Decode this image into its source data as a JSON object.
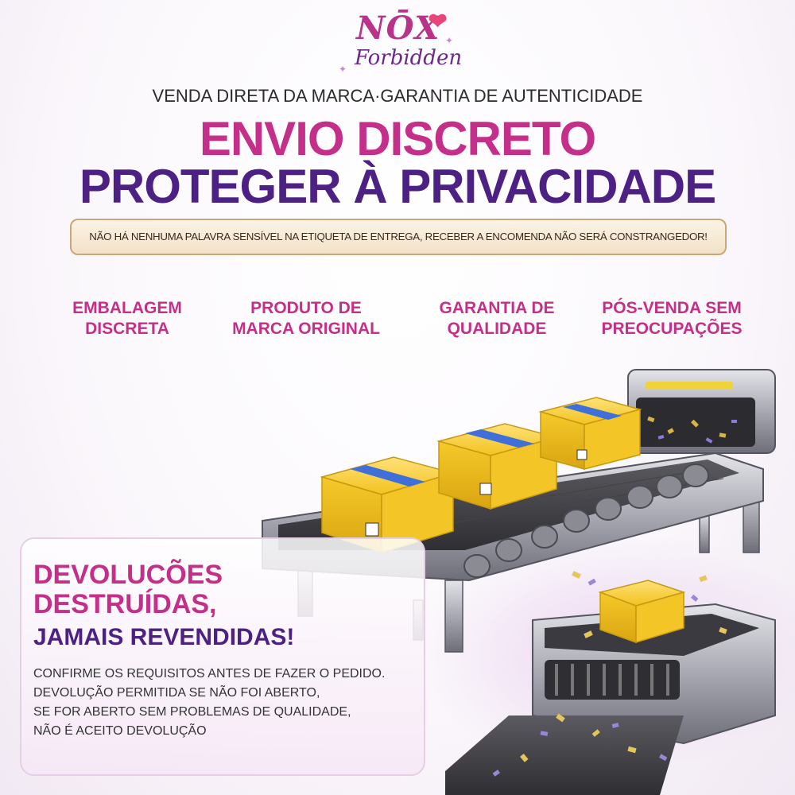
{
  "brand": {
    "logo_line1": "NŌX",
    "logo_line2": "Forbidden"
  },
  "tagline": "VENDA DIRETA DA MARCA·GARANTIA DE AUTENTICIDADE",
  "headline": {
    "line1": "ENVIO DISCRETO",
    "line2": "PROTEGER À PRIVACIDADE"
  },
  "ribbon_text": "NÃO HÁ NENHUMA PALAVRA SENSÍVEL NA ETIQUETA DE ENTREGA, RECEBER A ENCOMENDA NÃO SERÁ CONSTRANGEDOR!",
  "features": [
    {
      "line1": "EMBALAGEM",
      "line2": "DISCRETA"
    },
    {
      "line1": "PRODUTO DE",
      "line2": "MARCA ORIGINAL"
    },
    {
      "line1": "GARANTIA DE",
      "line2": "QUALIDADE"
    },
    {
      "line1": "PÓS-VENDA SEM",
      "line2": "PREOCUPAÇÕES"
    }
  ],
  "returns": {
    "heading1": "DEVOLUCÕES",
    "heading2": "DESTRUÍDAS,",
    "heading3": "JAMAIS REVENDIDAS!",
    "notes": [
      "CONFIRME OS REQUISITOS ANTES DE FAZER O PEDIDO.",
      "DEVOLUÇÃO PERMITIDA SE NÃO FOI ABERTO,",
      "SE FOR ABERTO SEM PROBLEMAS DE QUALIDADE,",
      "NÃO É ACEITO DEVOLUÇÃO"
    ]
  },
  "colors": {
    "pink": "#c42f8a",
    "purple": "#4d2184",
    "box_yellow": "#f2c21e",
    "tape_blue": "#3f6fd8"
  }
}
